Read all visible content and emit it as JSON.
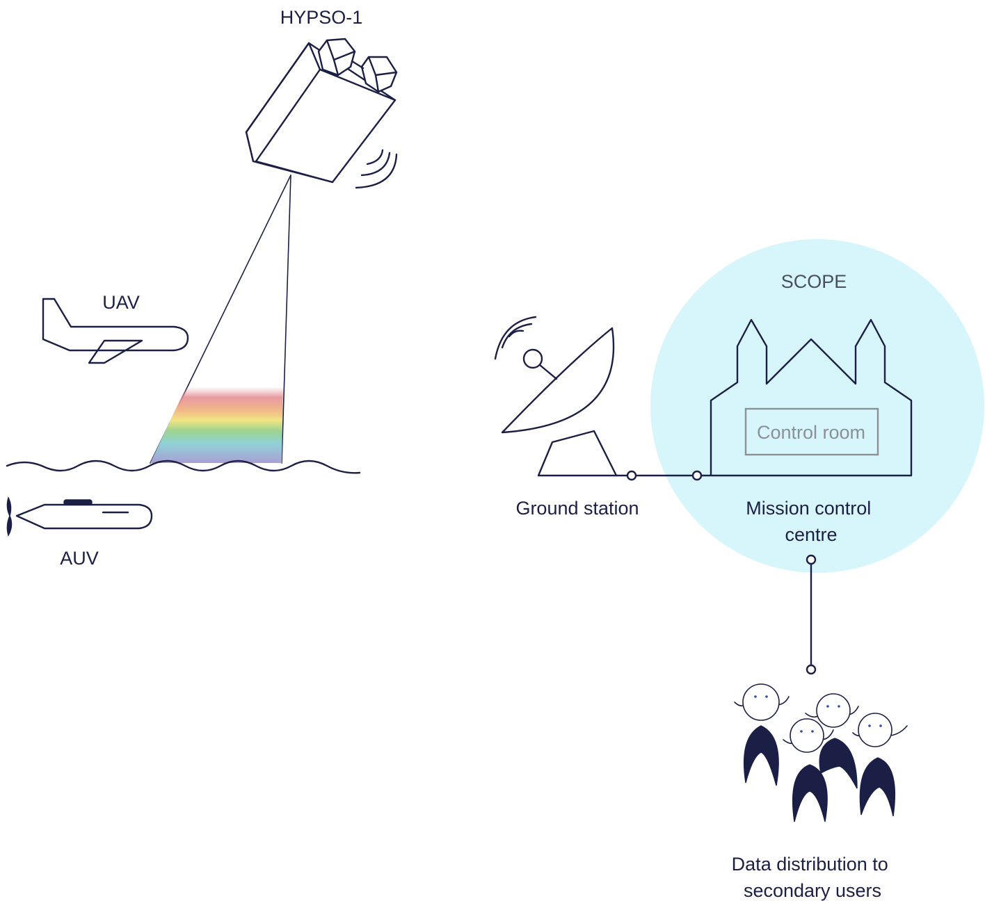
{
  "labels": {
    "satellite": "HYPSO-1",
    "uav": "UAV",
    "auv": "AUV",
    "scope": "SCOPE",
    "control_room": "Control room",
    "ground_station": "Ground station",
    "mission_control_line1": "Mission control",
    "mission_control_line2": "centre",
    "distribution_line1": "Data distribution to",
    "distribution_line2": "secondary users"
  },
  "colors": {
    "ink": "#1b1f45",
    "scope_circle": "#d6f6fc",
    "control_room_border": "#8b9097",
    "face_eyes": "#2f4fb0"
  }
}
